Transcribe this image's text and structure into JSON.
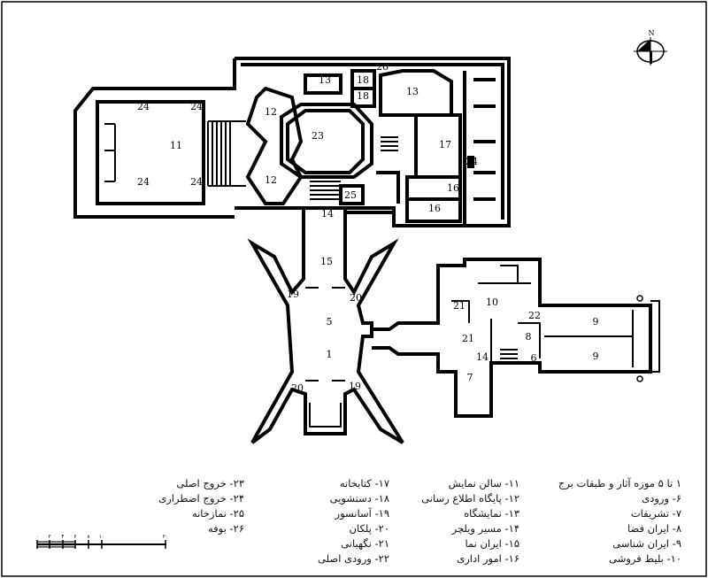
{
  "compass": {
    "label": "N"
  },
  "rooms": [
    "1",
    "5",
    "19",
    "20",
    "20",
    "19",
    "14",
    "15",
    "11",
    "12",
    "12",
    "23",
    "13",
    "13",
    "18",
    "18",
    "26",
    "17",
    "24",
    "16",
    "16",
    "25",
    "24",
    "24",
    "24",
    "24",
    "21",
    "21",
    "10",
    "22",
    "8",
    "6",
    "14",
    "7",
    "9",
    "9"
  ],
  "legend": {
    "col1": [
      "۱ تا ۵ موزه آثار و طبقات برج",
      "۶- ورودی",
      "۷- تشریفات",
      "۸- ایران فضا",
      "۹- ایران شناسی",
      "۱۰- بلیط فروشی"
    ],
    "col2": [
      "۱۱- سالن نمایش",
      "۱۲- پایگاه اطلاع رسانی",
      "۱۳- نمایشگاه",
      "۱۴- مسیر ویلچر",
      "۱۵- ایران نما",
      "۱۶- امور اداری"
    ],
    "col3": [
      "۱۷- کتابخانه",
      "۱۸- دستشویی",
      "۱۹- آسانسور",
      "۲۰- پلکان",
      "۲۱- نگهبانی",
      "۲۲- ورودی اصلی"
    ],
    "col4": [
      "۲۳- خروج اصلی",
      "۲۴- خروج اضطراری",
      "۲۵- نمازخانه",
      "۲۶- بوفه"
    ]
  },
  "scale_bar": {
    "ticks": [
      "۰",
      "۲",
      "۴",
      "۶",
      "۸",
      "۱۰",
      "۲۰"
    ]
  }
}
